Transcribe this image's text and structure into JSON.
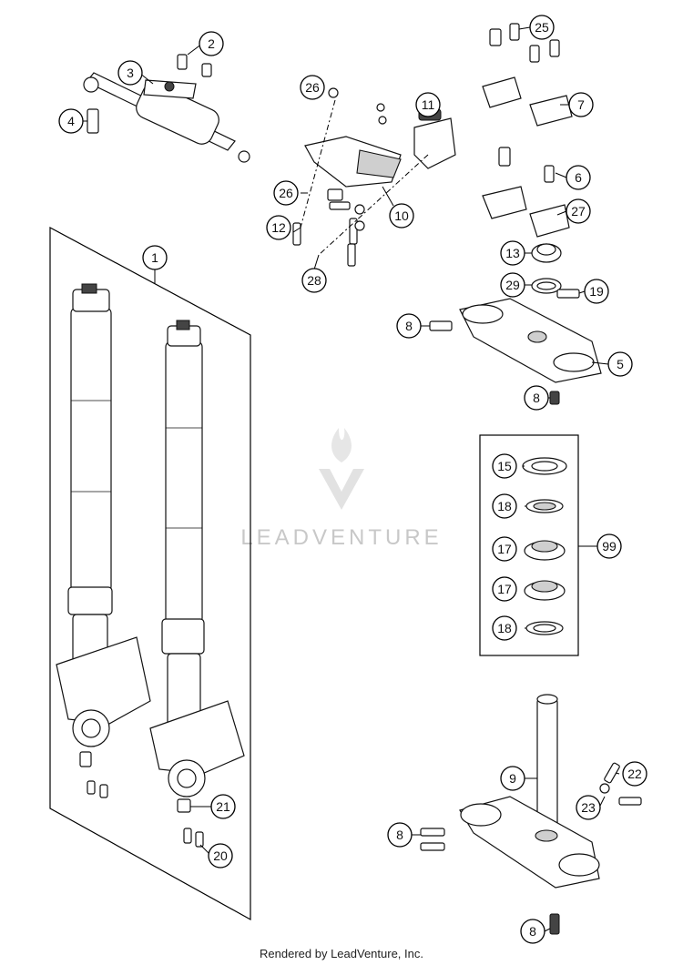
{
  "callouts": {
    "c1": "1",
    "c2": "2",
    "c3": "3",
    "c4": "4",
    "c5": "5",
    "c6": "6",
    "c7": "7",
    "c8a": "8",
    "c8b": "8",
    "c8c": "8",
    "c8d": "8",
    "c9": "9",
    "c10": "10",
    "c11": "11",
    "c12": "12",
    "c13": "13",
    "c15": "15",
    "c17a": "17",
    "c17b": "17",
    "c18a": "18",
    "c18b": "18",
    "c19": "19",
    "c20": "20",
    "c21": "21",
    "c22": "22",
    "c23": "23",
    "c25": "25",
    "c26a": "26",
    "c26b": "26",
    "c27": "27",
    "c28": "28",
    "c29": "29",
    "c99": "99"
  },
  "watermark": {
    "brand": "LEADVENTURE"
  },
  "footer": {
    "text": "Rendered by LeadVenture, Inc."
  }
}
